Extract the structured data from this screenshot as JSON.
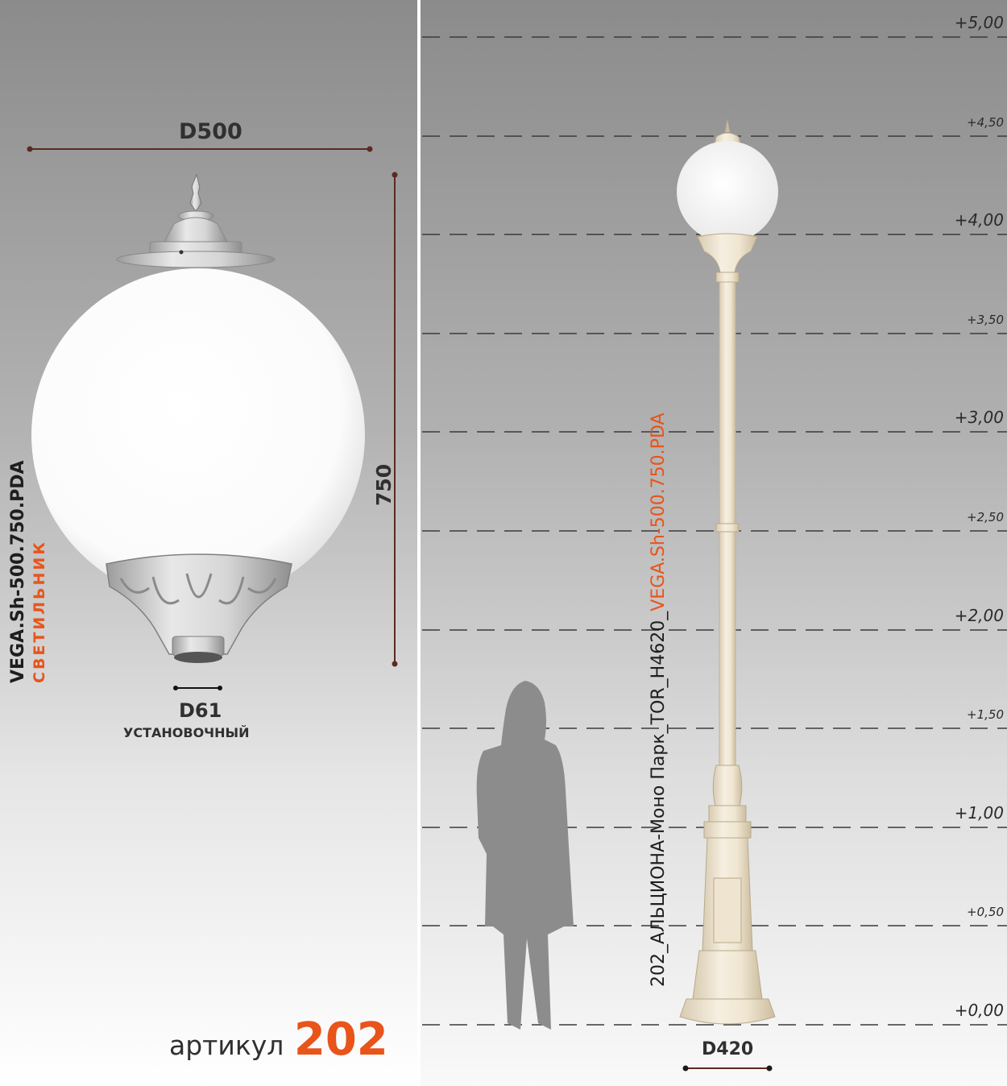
{
  "left_panel": {
    "diameter_label": "D500",
    "height_label": "750",
    "mount_diameter_label": "D61",
    "mount_caption": "УСТАНОВОЧНЫЙ",
    "model_code": "VEGA.Sh-500.750.PDA",
    "type_caption": "СВЕТИЛЬНИК",
    "article_label": "артикул",
    "article_number": "202"
  },
  "right_panel": {
    "product_prefix": "202_АЛЬЦИОНА-Моно Парк_TOR_H4620_",
    "product_suffix": "VEGA.Sh-500.750.PDA",
    "base_diameter_label": "D420",
    "levels": [
      "+5,00",
      "+4,50",
      "+4,00",
      "+3,50",
      "+3,00",
      "+2,50",
      "+2,00",
      "+1,50",
      "+1,00",
      "+0,50",
      "+0,00"
    ]
  },
  "colors": {
    "accent": "#e8541a",
    "dimension_line": "#5b2a22",
    "text_dark": "#303030"
  }
}
